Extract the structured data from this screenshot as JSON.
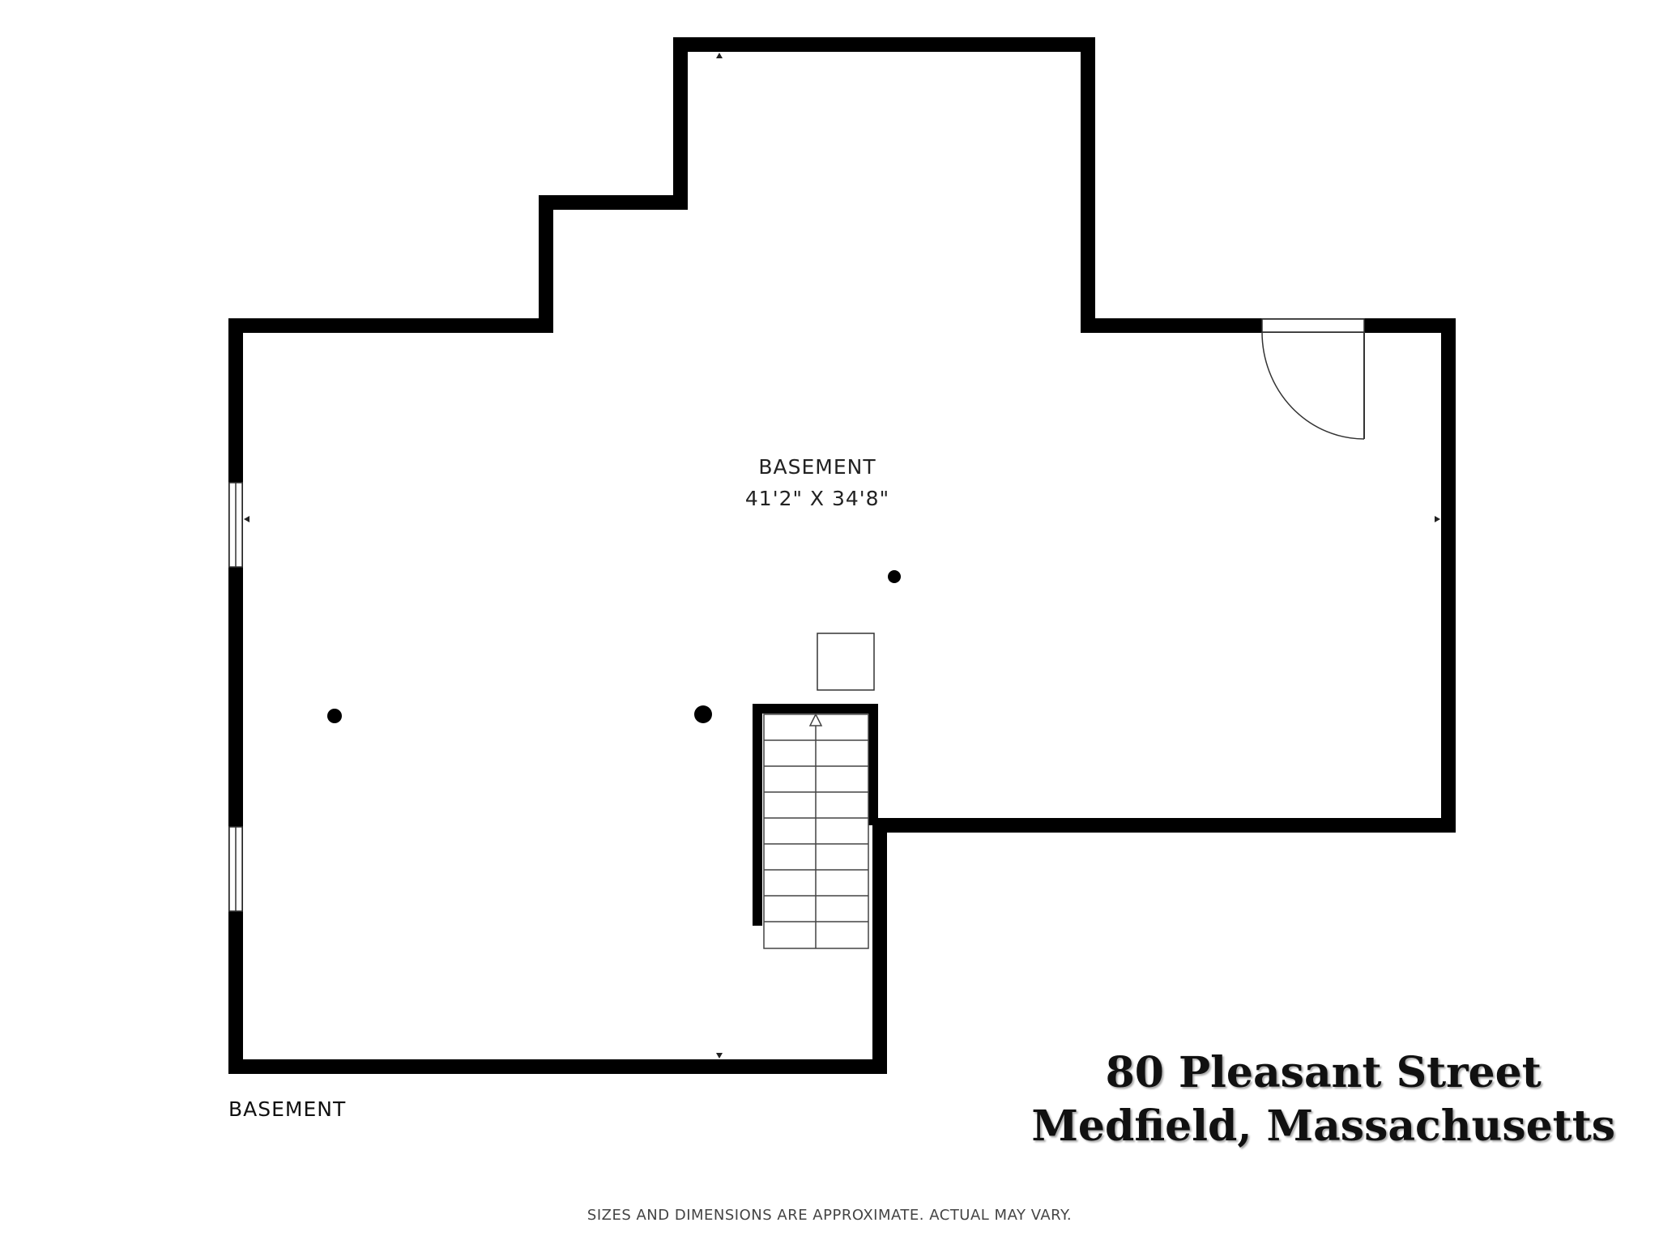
{
  "room": {
    "name": "BASEMENT",
    "dimensions": "41'2\" X 34'8\""
  },
  "floor_label": "BASEMENT",
  "address": {
    "street": "80 Pleasant Street",
    "city": "Medfield, Massachusetts"
  },
  "disclaimer": "SIZES AND DIMENSIONS ARE APPROXIMATE. ACTUAL MAY VARY.",
  "colors": {
    "wall": "#000000",
    "background": "#ffffff"
  }
}
